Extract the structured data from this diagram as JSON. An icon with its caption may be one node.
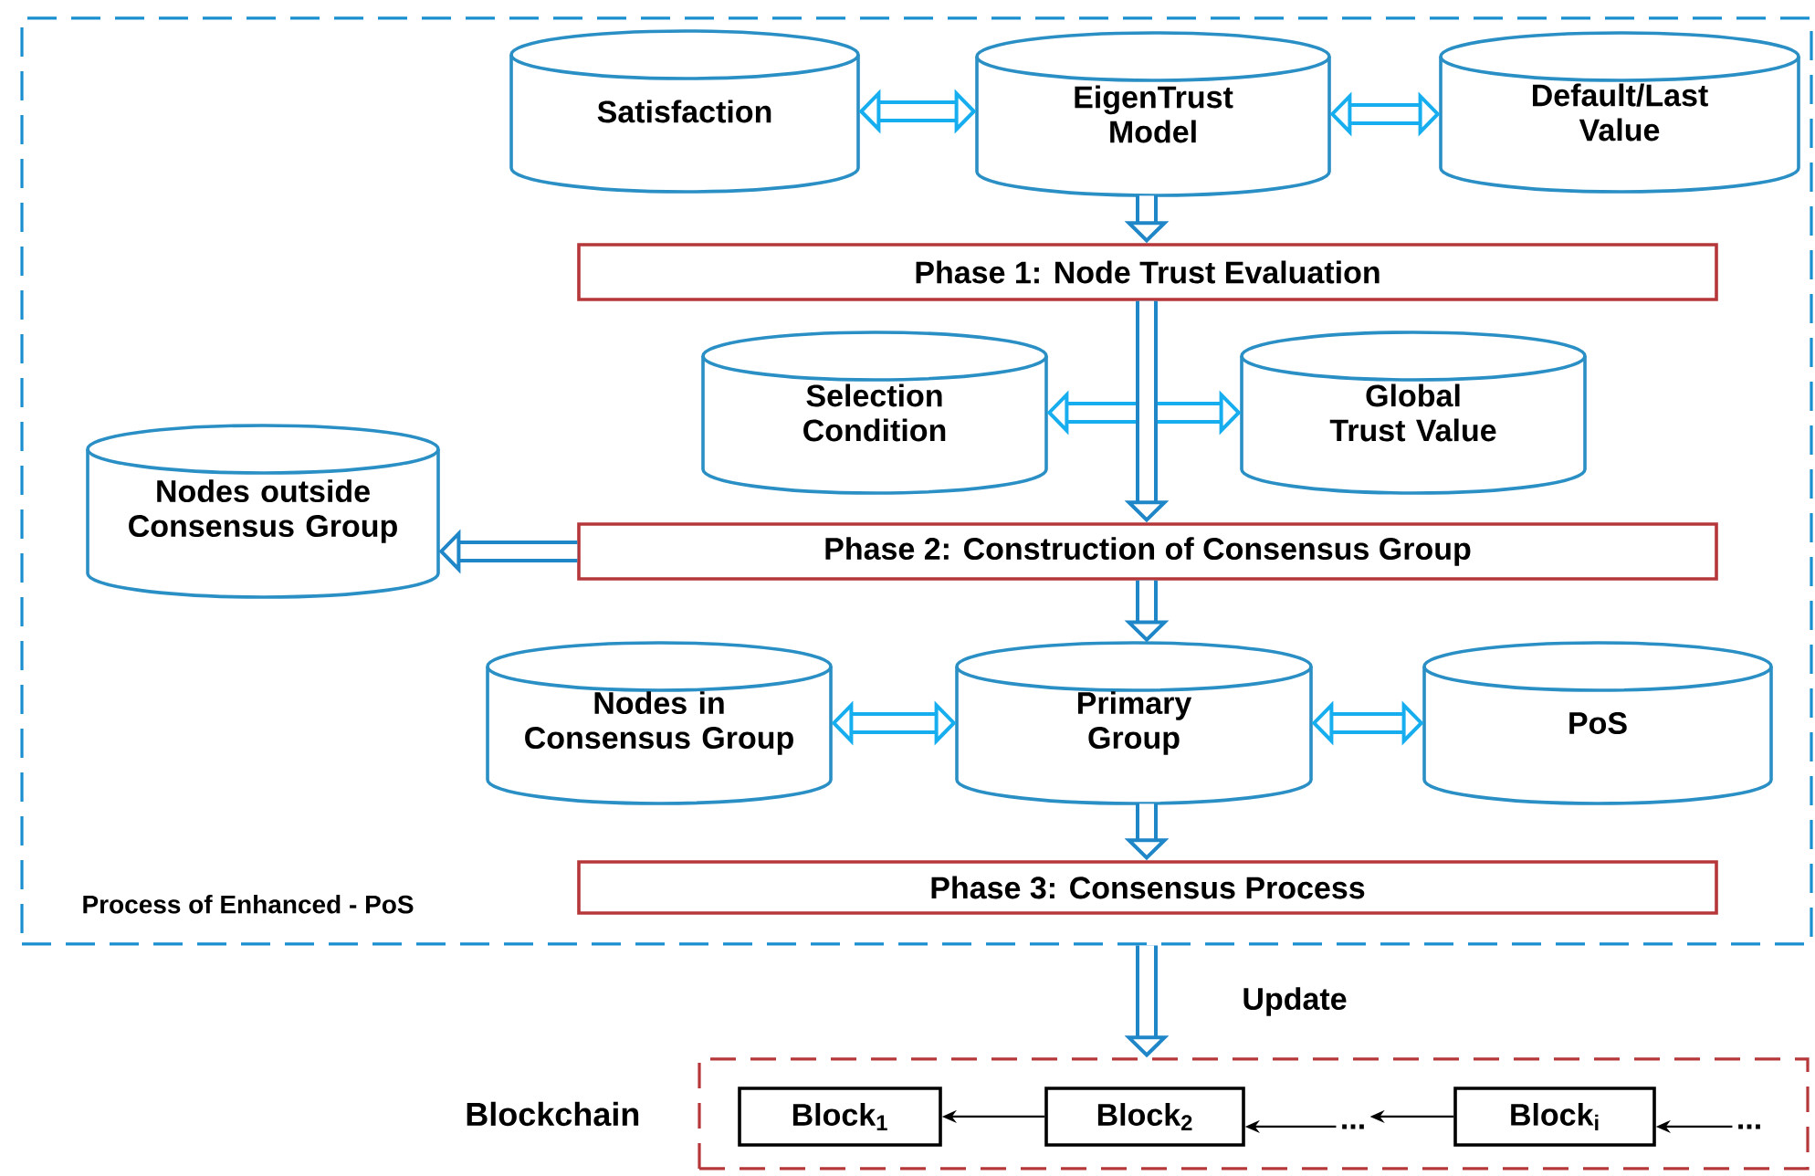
{
  "diagram": {
    "nodes": [
      {
        "text": [
          "Process of Enhanced - PoS"
        ]
      },
      {
        "text": [
          "Satisfaction"
        ],
        "in": 0
      },
      {
        "text": [
          "EigenTrust Model"
        ],
        "in": 0
      },
      {
        "text": [
          "Default/Last Value"
        ],
        "in": 0
      },
      {
        "text": [
          "Phase 1: Node Trust Evaluation"
        ],
        "in": 0
      },
      {
        "text": [
          "Selection Condition"
        ],
        "in": 0
      },
      {
        "text": [
          "Global Trust Value"
        ],
        "in": 0
      },
      {
        "text": [
          "Nodes outside Consensus Group"
        ],
        "in": 0
      },
      {
        "text": [
          "Phase 2: Construction of Consensus Group"
        ],
        "in": 0
      },
      {
        "text": [
          "Nodes in Consensus Group"
        ],
        "in": 0
      },
      {
        "text": [
          "Primary Group"
        ],
        "in": 0
      },
      {
        "text": [
          "PoS"
        ],
        "in": 0
      },
      {
        "text": [
          "Phase 3: Consensus Process"
        ],
        "in": 0
      },
      {
        "text": [
          "Blockchain"
        ]
      },
      {
        "text": [
          "Block$_{1}$"
        ],
        "in": 13
      },
      {
        "text": [
          "Block$_{2}$"
        ],
        "in": 13
      },
      {
        "text": [
          "..."
        ],
        "in": 13
      },
      {
        "text": [
          "Block$_{i}$"
        ],
        "in": 13
      },
      {
        "text": [
          "..."
        ],
        "in": 13
      }
    ],
    "edges": [
      {
        "from": 1,
        "to": 2,
        "arrow": "both",
        "color": "#16aeee"
      },
      {
        "from": 2,
        "to": 3,
        "arrow": "both",
        "color": "#16aeee"
      },
      {
        "from": 2,
        "to": 4,
        "arrow": "to"
      },
      {
        "from": 5,
        "to": 6,
        "arrow": "both",
        "color": "#16aeee"
      },
      {
        "from": 4,
        "to": 8,
        "arrow": "to"
      },
      {
        "from": 8,
        "to": 7,
        "arrow": "to"
      },
      {
        "from": 8,
        "to": 10,
        "arrow": "to"
      },
      {
        "from": 9,
        "to": 10,
        "arrow": "both",
        "color": "#16aeee"
      },
      {
        "from": 10,
        "to": 11,
        "arrow": "both",
        "color": "#16aeee"
      },
      {
        "from": 10,
        "to": 12,
        "arrow": "to"
      },
      {
        "from": 0,
        "to": 13,
        "arrow": "to",
        "label": "Update"
      },
      {
        "from": 15,
        "to": 14,
        "arrow": "to",
        "color": "#000000"
      },
      {
        "from": 16,
        "to": 15,
        "arrow": "to",
        "color": "#000000"
      },
      {
        "from": 17,
        "to": 16,
        "arrow": "to",
        "color": "#000000"
      },
      {
        "from": 18,
        "to": 17,
        "arrow": "to",
        "color": "#000000"
      }
    ]
  }
}
